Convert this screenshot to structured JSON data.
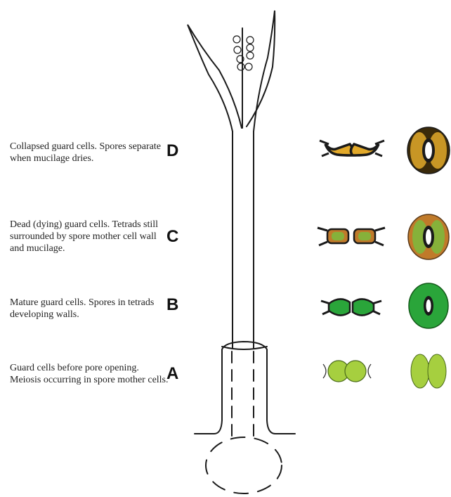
{
  "stages": [
    {
      "letter": "D",
      "description": "Collapsed guard cells. Spores separate when mucilage dries."
    },
    {
      "letter": "C",
      "description": "Dead (dying) guard cells. Tetrads still surrounded by spore mother cell wall and mucilage."
    },
    {
      "letter": "B",
      "description": "Mature guard cells. Spores in tetrads developing walls."
    },
    {
      "letter": "A",
      "description": "Guard cells before pore opening. Meiosis occurring in spore mother cells."
    }
  ],
  "colors": {
    "stage_a_fill": "#a6cf3f",
    "stage_b_fill": "#2aa53a",
    "stage_c_fill": "#86b13a",
    "stage_c_rim": "#c07a2a",
    "stage_d_fill": "#e2a92a",
    "stage_d_rim": "#3a2a0a",
    "outline": "#1a1a1a"
  }
}
